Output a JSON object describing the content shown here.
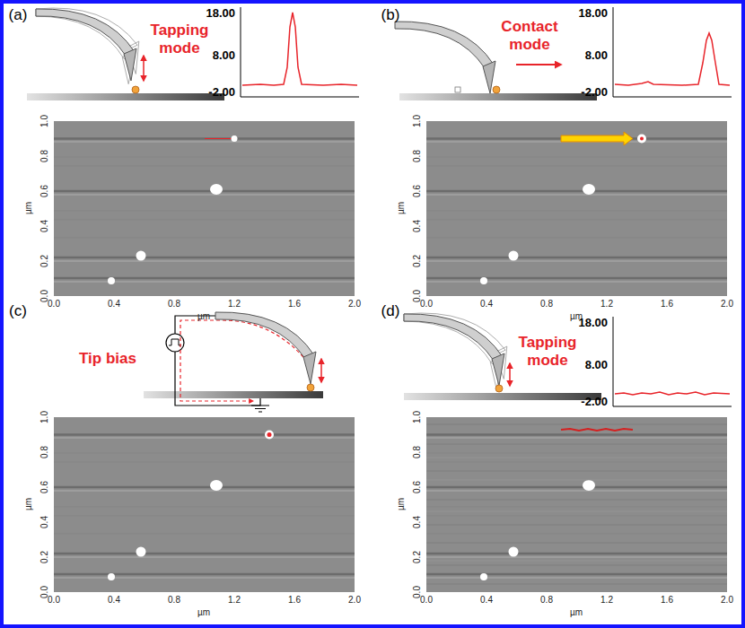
{
  "diagram": {
    "labels": [
      "(a)",
      "Tapping mode",
      "18.00",
      "8.00",
      "-2.00",
      "1.0",
      "0.8",
      "0.6",
      "0.4",
      "0.2",
      "0.0",
      "µm",
      "0.0",
      "0.4",
      "0.8",
      "1.2",
      "1.6",
      "2.0",
      "µm",
      "(b)",
      "Contact mode",
      "18.00",
      "8.00",
      "-2.00",
      "1.0",
      "0.8",
      "0.6",
      "0.4",
      "0.2",
      "0.0",
      "µm",
      "0.0",
      "0.4",
      "0.8",
      "1.2",
      "1.6",
      "2.0",
      "µm",
      "(c)",
      "Tip bias",
      "1.0",
      "0.8",
      "0.6",
      "0.4",
      "0.2",
      "0.0",
      "µm",
      "0.0",
      "0.4",
      "0.8",
      "1.2",
      "1.6",
      "2.0",
      "µm",
      "(d)",
      "Tapping mode",
      "18.00",
      "8.00",
      "-2.00",
      "1.0",
      "0.8",
      "0.6",
      "0.4",
      "0.2",
      "0.0",
      "µm",
      "0.0",
      "0.4",
      "0.8",
      "1.2",
      "1.6",
      "2.0",
      "µm"
    ]
  }
}
